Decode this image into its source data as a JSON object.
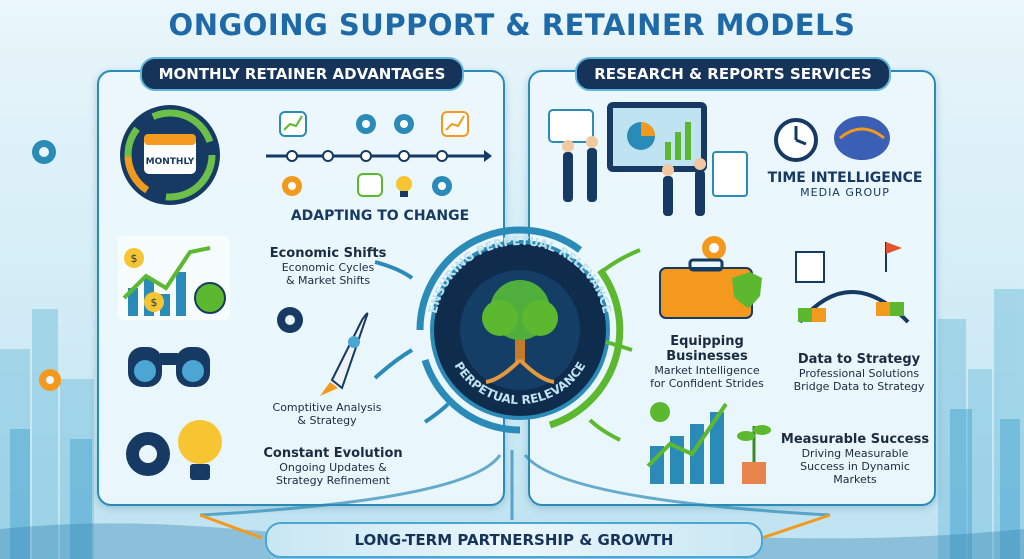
{
  "title": "ONGOING SUPPORT & RETAINER MODELS",
  "left_panel": {
    "header": "MONTHLY RETAINER ADVANTAGES",
    "calendar_label": "MONTHLY",
    "timeline_caption": "ADAPTING TO CHANGE",
    "items": [
      {
        "heading": "Economic Shifts",
        "sub1": "Economic Cycles",
        "sub2": "& Market Shifts"
      },
      {
        "heading": "",
        "sub1": "Comptitive Analysis",
        "sub2": "& Strategy"
      },
      {
        "heading": "Constant Evolution",
        "sub1": "Ongoing Updates &",
        "sub2": "Strategy Refinement"
      }
    ]
  },
  "right_panel": {
    "header": "RESEARCH & REPORTS SERVICES",
    "brand_line1": "TIME INTELLIGENCE",
    "brand_line2": "MEDIA GROUP",
    "items": [
      {
        "heading": "Equipping Businesses",
        "sub1": "Market Intelligence",
        "sub2": "for Confident Strides"
      },
      {
        "heading": "Data to Strategy",
        "sub1": "Professional Solutions",
        "sub2": "Bridge Data to Strategy"
      },
      {
        "heading": "Measurable Success",
        "sub1": "Driving Measurable",
        "sub2": "Success in Dynamic",
        "sub3": "Markets"
      }
    ]
  },
  "center": {
    "ring_top": "ENSURING PERPETUAL RELEVANCE",
    "ring_bottom": "PERPETUAL RELEVANCE"
  },
  "footer": "LONG-TERM PARTNERSHIP & GROWTH",
  "icons": [
    "monthly-calendar-icon",
    "gear-icon",
    "bar-chart-icon",
    "lightbulb-icon",
    "rocket-icon",
    "binoculars-icon",
    "globe-icon",
    "dollar-icon",
    "brain-icon",
    "clock-icon",
    "briefcase-icon",
    "shield-check-icon",
    "bridge-icon",
    "plant-icon",
    "tree-icon",
    "target-flag-icon"
  ],
  "colors": {
    "title": "#1e6aa8",
    "pill": "#16335a",
    "accent_green": "#5cb82e",
    "accent_orange": "#f39a1e",
    "accent_blue": "#2b8bb8"
  }
}
